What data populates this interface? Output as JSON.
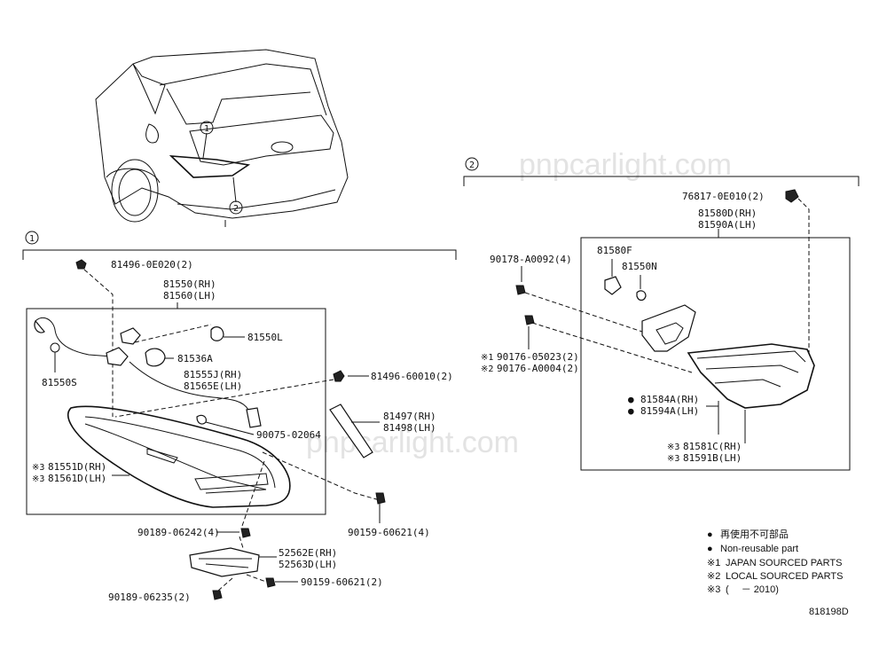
{
  "watermark": "pnpcarlight.com",
  "diagram_id": "818198D",
  "callouts": [
    "1",
    "2"
  ],
  "group1": {
    "parts": [
      "81496-0E020(2)",
      "81550(RH)",
      "81560(LH)",
      "81550L",
      "81536A",
      "81555J(RH)",
      "81565E(LH)",
      "81550S",
      "81496-60010(2)",
      "81497(RH)",
      "81498(LH)",
      "90075-02064",
      "81551D(RH)",
      "81561D(LH)",
      "90189-06242(4)",
      "90159-60621(4)",
      "52562E(RH)",
      "52563D(LH)",
      "90159-60621(2)",
      "90189-06235(2)"
    ]
  },
  "group2": {
    "parts": [
      "76817-0E010(2)",
      "81580D(RH)",
      "81590A(LH)",
      "90178-A0092(4)",
      "81580F",
      "81550N",
      "90176-05023(2)",
      "90176-A0004(2)",
      "81584A(RH)",
      "81594A(LH)",
      "81581C(RH)",
      "81591B(LH)"
    ]
  },
  "marks": {
    "note1": "※1",
    "note2": "※2",
    "note3": "※3",
    "non_reusable": "●"
  },
  "legend": [
    "再使用不可部品",
    "Non-reusable part",
    "JAPAN SOURCED PARTS",
    "LOCAL SOURCED PARTS",
    "(　 － 2010)"
  ]
}
